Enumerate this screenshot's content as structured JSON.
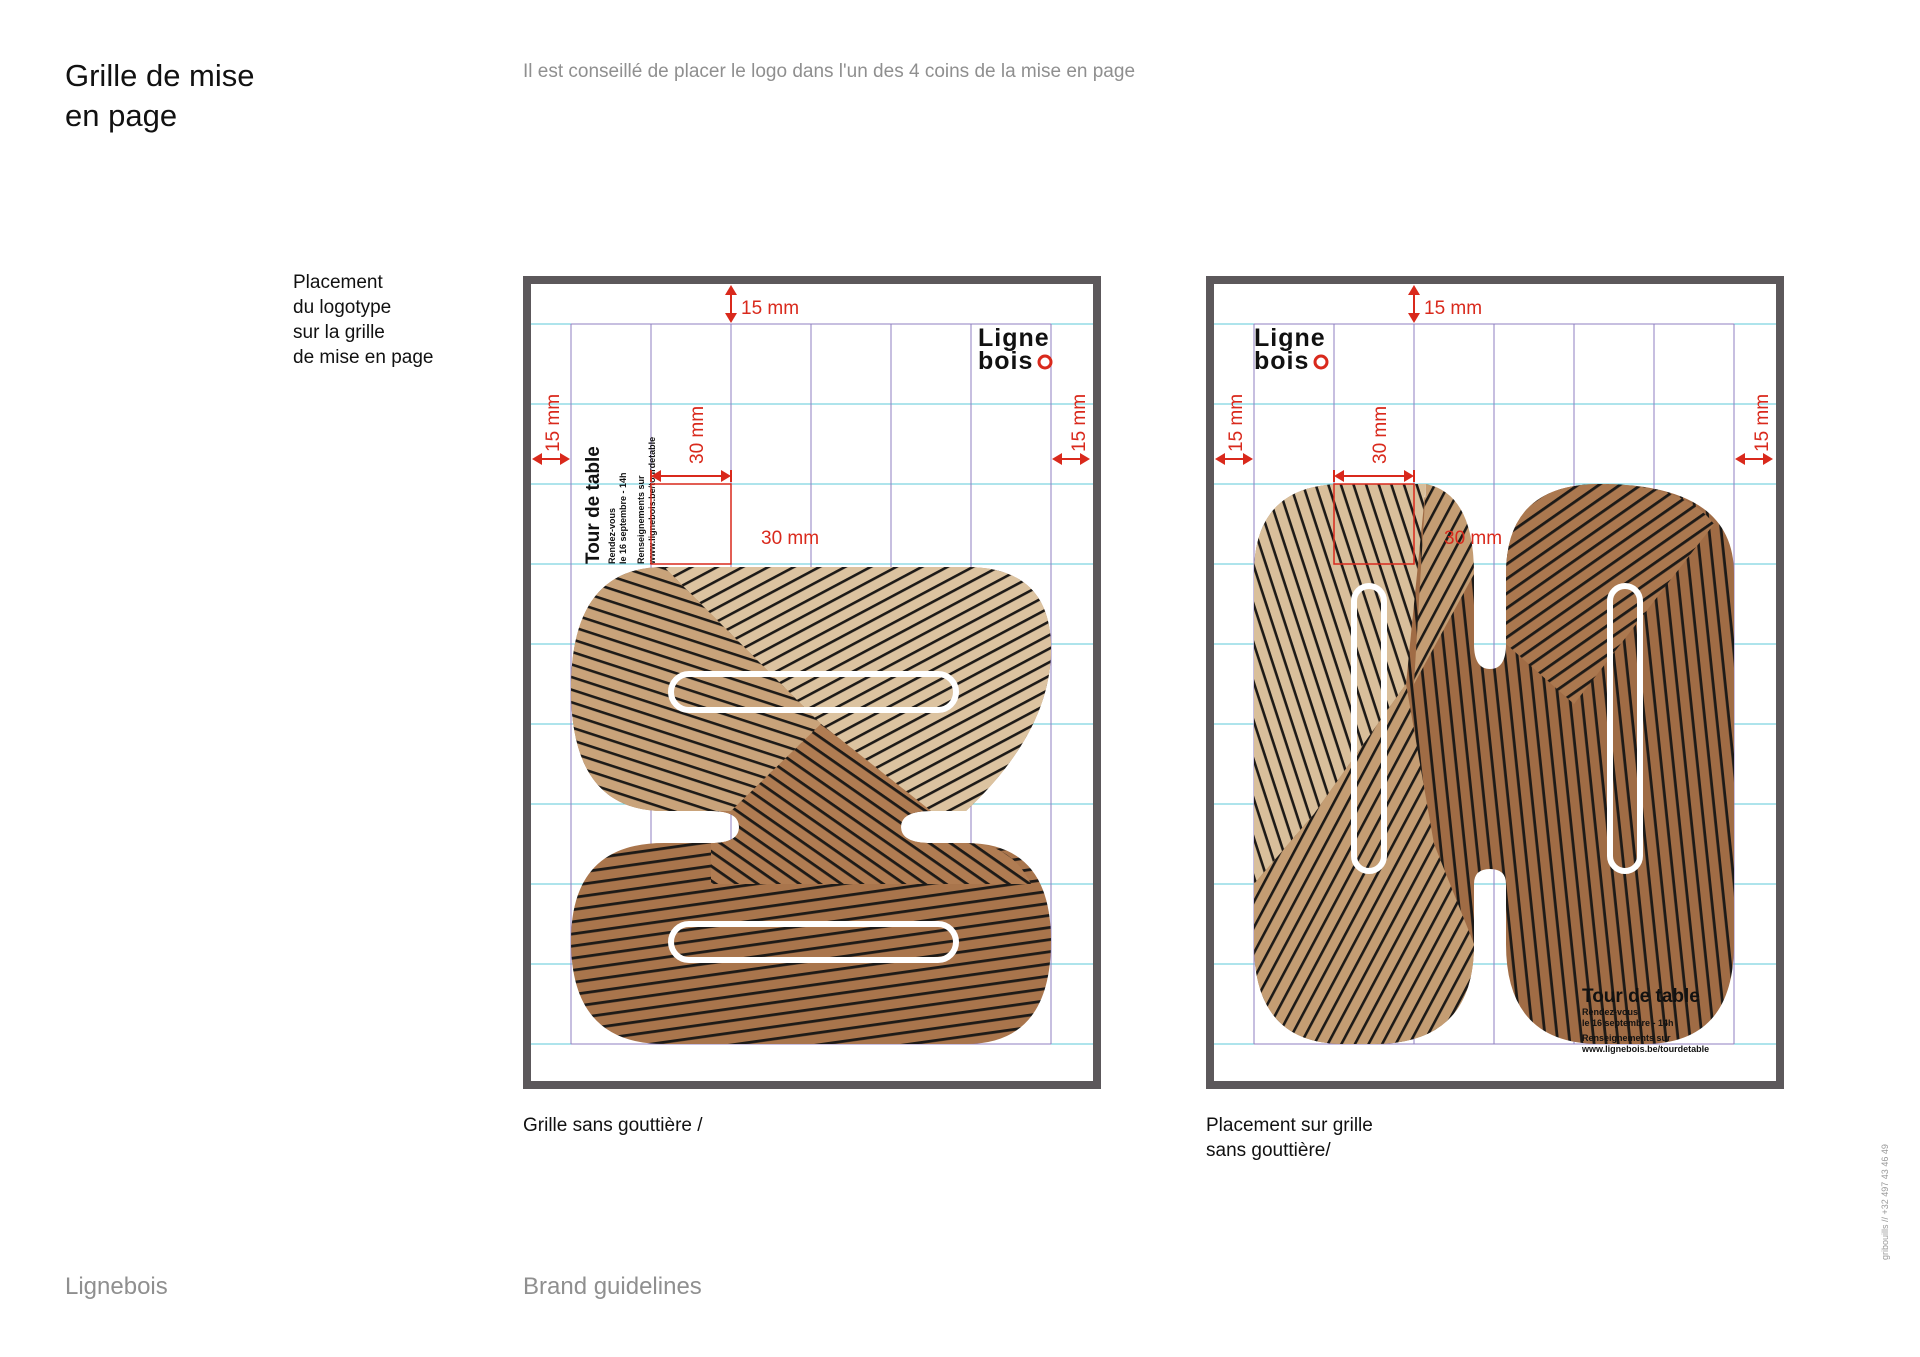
{
  "header": {
    "title_line1": "Grille de mise",
    "title_line2": "en page",
    "subtitle": "Il est conseillé de placer le logo dans l'un des 4 coins de la mise en page"
  },
  "side_label": {
    "line1": "Placement",
    "line2": "du logotype",
    "line3": "sur la grille",
    "line4": "de mise en page"
  },
  "dimensions": {
    "margin": "15 mm",
    "module": "30 mm"
  },
  "logo": {
    "line1": "Ligne",
    "line2": "bois"
  },
  "poster": {
    "title": "Tour de table",
    "line1": "Rendez-vous",
    "line2": "le 16 septembre - 14h",
    "line3": "Renseignements sur",
    "line4": "www.lignebois.be/tourdetable"
  },
  "captions": {
    "left": "Grille sans gouttière /",
    "right_line1": "Placement sur grille",
    "right_line2": "sans gouttière/"
  },
  "footer": {
    "brand": "Lignebois",
    "document": "Brand guidelines",
    "credit": "gribouills // +32 497 43 46 49"
  },
  "colors": {
    "frame": "#5c585b",
    "dimension_red": "#d9291c",
    "grid_cyan": "#5ec8d8",
    "grid_purple": "#8f7fc0",
    "wood_light": "#d9bd98",
    "wood_dark": "#9c6a45"
  }
}
